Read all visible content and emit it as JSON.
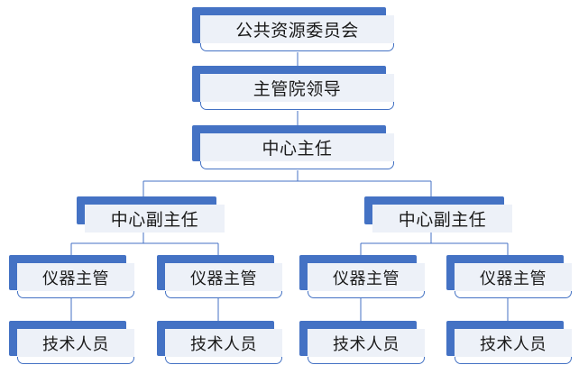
{
  "diagram": {
    "title_text": "公共资源委员会",
    "colors": {
      "accent": "#4472C4",
      "band": "#EDF1F8",
      "box_fill": "#FFFFFF",
      "text": "#1A1A1A",
      "background": "#FFFFFF"
    },
    "levels": [
      {
        "name": "committee",
        "labels": [
          "公共资源委员会"
        ]
      },
      {
        "name": "institute-leader",
        "labels": [
          "主管院领导"
        ]
      },
      {
        "name": "center-director",
        "labels": [
          "中心主任"
        ]
      },
      {
        "name": "deputy-director",
        "labels": [
          "中心副主任",
          "中心副主任"
        ]
      },
      {
        "name": "instrument-supervisor",
        "labels": [
          "仪器主管",
          "仪器主管",
          "仪器主管",
          "仪器主管"
        ]
      },
      {
        "name": "technician",
        "labels": [
          "技术人员",
          "技术人员",
          "技术人员",
          "技术人员"
        ]
      }
    ],
    "nodes": {
      "committee": {
        "label": "公共资源委员会"
      },
      "leader": {
        "label": "主管院领导"
      },
      "director": {
        "label": "中心主任"
      },
      "deputy_l": {
        "label": "中心副主任"
      },
      "deputy_r": {
        "label": "中心副主任"
      },
      "sup_1": {
        "label": "仪器主管"
      },
      "sup_2": {
        "label": "仪器主管"
      },
      "sup_3": {
        "label": "仪器主管"
      },
      "sup_4": {
        "label": "仪器主管"
      },
      "tech_1": {
        "label": "技术人员"
      },
      "tech_2": {
        "label": "技术人员"
      },
      "tech_3": {
        "label": "技术人员"
      },
      "tech_4": {
        "label": "技术人员"
      }
    }
  }
}
